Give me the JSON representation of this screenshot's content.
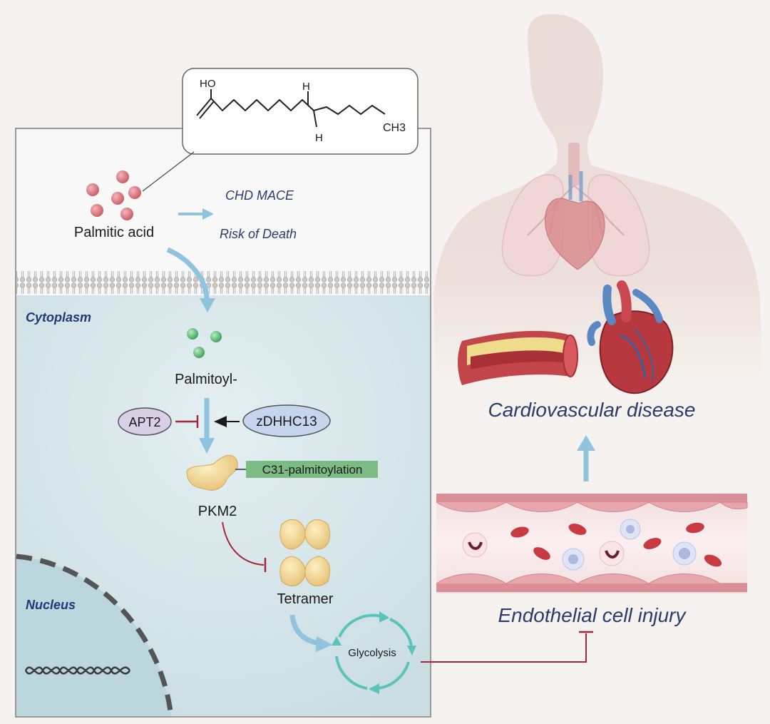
{
  "molecule": {
    "acid_group": "HO",
    "h_top": "H",
    "h_bottom": "H",
    "methyl": "CH3"
  },
  "labels": {
    "palmitic_acid": "Palmitic acid",
    "chd_mace": "CHD MACE",
    "risk_of_death": "Risk of Death",
    "cytoplasm": "Cytoplasm",
    "palmitoyl": "Palmitoyl-",
    "apt2": "APT2",
    "zdhhc13": "zDHHC13",
    "c31": "C31-palmitoylation",
    "pkm2": "PKM2",
    "tetramer": "Tetramer",
    "nucleus": "Nucleus",
    "glycolysis": "Glycolysis",
    "cardiovascular_disease": "Cardiovascular disease",
    "endothelial_cell_injury": "Endothelial cell injury"
  },
  "colors": {
    "cytoplasm_fill": "#d6e6ea",
    "arrow_blue": "#8fc3de",
    "inhibit_red": "#a3283a",
    "c31_green": "#7dbb85",
    "glycolysis_teal": "#5cc3b8",
    "palmitic_red": "#d9787f",
    "palmitoyl_green": "#4fb36d"
  }
}
